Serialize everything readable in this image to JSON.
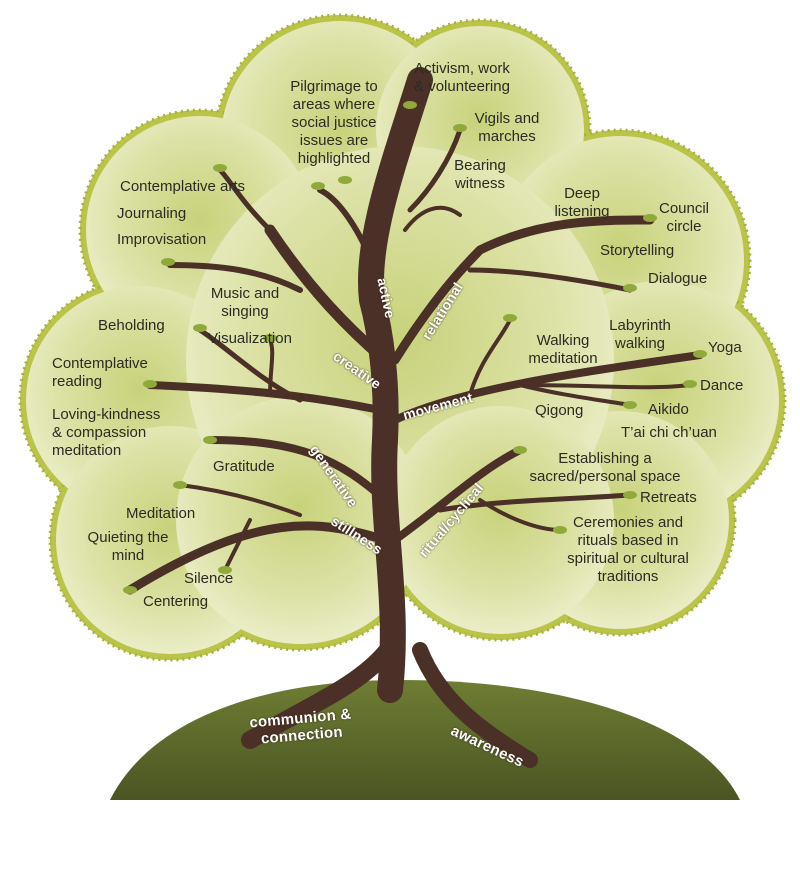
{
  "practices": {
    "pilgrimage": "Pilgrimage to\nareas where\nsocial justice\nissues are\nhighlighted",
    "activism": "Activism, work\n& volunteering",
    "vigils": "Vigils and\nmarches",
    "bearing_witness": "Bearing\nwitness",
    "contemplative_arts": "Contemplative arts",
    "journaling": "Journaling",
    "improvisation": "Improvisation",
    "music": "Music and\nsinging",
    "deep_listening": "Deep\nlistening",
    "council_circle": "Council\ncircle",
    "storytelling": "Storytelling",
    "dialogue": "Dialogue",
    "beholding": "Beholding",
    "visualization": "Visualization",
    "contemplative_reading": "Contemplative\nreading",
    "loving_kindness": "Loving-kindness\n& compassion\nmeditation",
    "gratitude": "Gratitude",
    "walking_meditation": "Walking\nmeditation",
    "labyrinth": "Labyrinth\nwalking",
    "yoga": "Yoga",
    "dance": "Dance",
    "qigong": "Qigong",
    "aikido": "Aikido",
    "tai_chi": "T’ai chi ch’uan",
    "sacred_space": "Establishing a\nsacred/personal space",
    "retreats": "Retreats",
    "ceremonies": "Ceremonies and\nrituals based in\nspiritual or cultural\ntraditions",
    "meditation": "Meditation",
    "quieting": "Quieting the\nmind",
    "silence": "Silence",
    "centering": "Centering"
  },
  "branches": {
    "active": "active",
    "relational": "relational",
    "creative": "creative",
    "movement": "movement",
    "generative": "generative",
    "stillness": "stillness",
    "ritual": "ritual/cyclical"
  },
  "roots": {
    "communion": "communion &\nconnection",
    "awareness": "awareness"
  },
  "colors": {
    "canopy": "#dfe3a8",
    "canopy_edge": "#b8c24a",
    "trunk": "#4a3026",
    "hill": "#5f6b2c",
    "leaf": "#8faa3a"
  }
}
